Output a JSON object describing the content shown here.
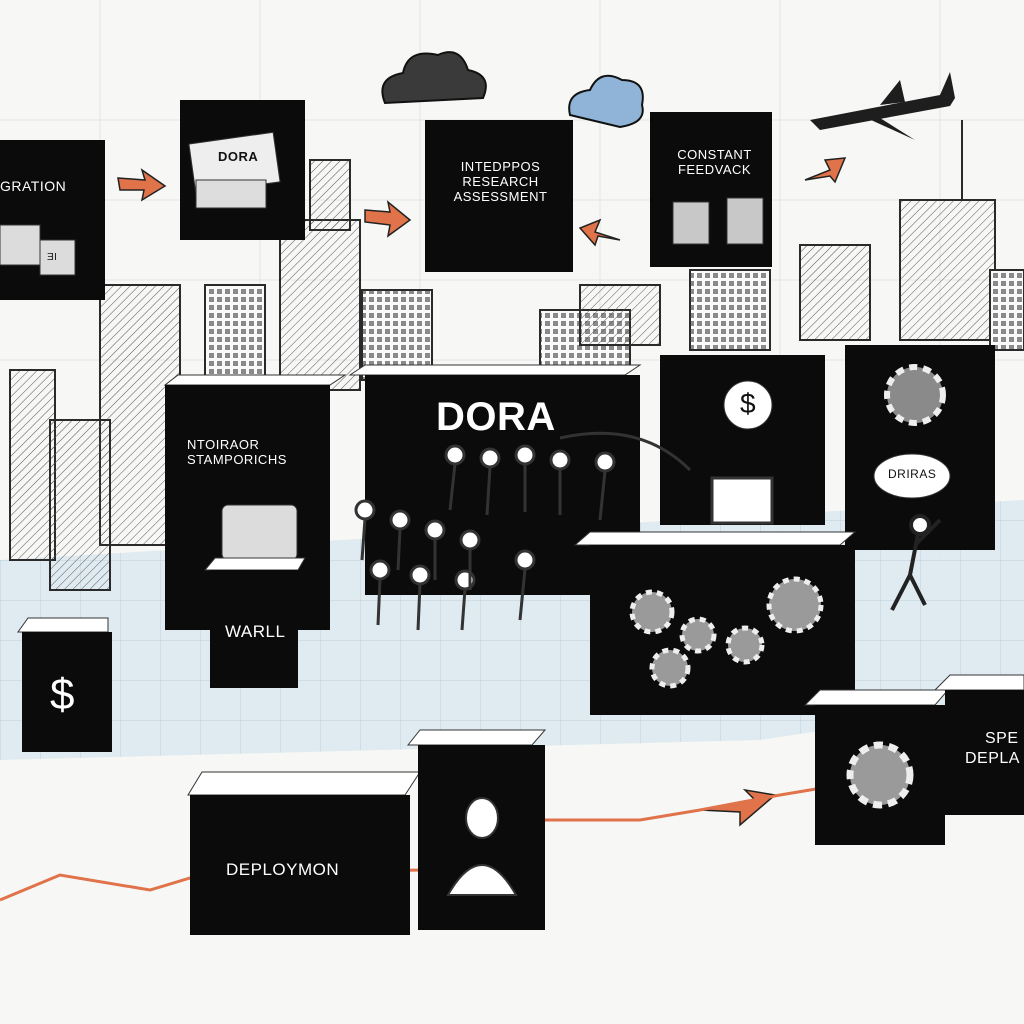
{
  "colors": {
    "panel": "#0b0b0b",
    "paper": "#f7f7f5",
    "grid_floor": "#dbe9ef",
    "arrow": "#e0734a",
    "cloud_dark": "#3a3a3a",
    "cloud_blue": "#8fb4d8",
    "sketch_line": "#2a2a2a"
  },
  "boards": {
    "top_left": "GRATION",
    "top_left_small": "ƎI",
    "top_dora": "DORA",
    "top_center": "INTEDPPOS RESEARCH ASSESSMENT",
    "top_right": "CONSTANT FEEDVACK"
  },
  "blocks": {
    "main_title": "DORA",
    "left_panel": "NTOIRAOR STAMPORICHS",
    "wall": "WARLL",
    "dollar_left": "$",
    "dollar_top": "$",
    "bubble": "DRIRAS",
    "deploy": "DEPLOYMON",
    "spe_line1": "SPE",
    "spe_line2": "DEPLA"
  },
  "icons": [
    "cloud-icon",
    "airplane-icon",
    "gear-icon",
    "coin-stack-icon",
    "person-icon",
    "dollar-icon",
    "arrow-icon"
  ]
}
